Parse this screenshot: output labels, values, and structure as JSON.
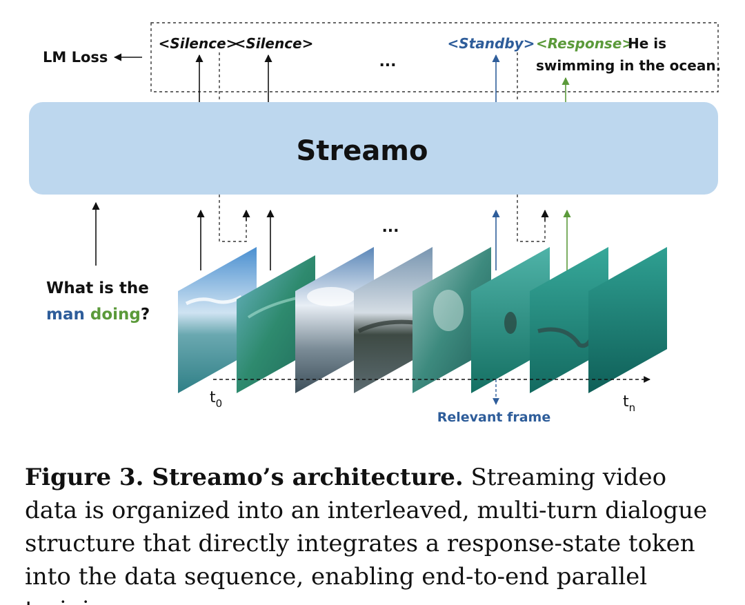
{
  "figure": {
    "tokens": {
      "silence_1": "<Silence>",
      "silence_2": "<Silence>",
      "ellipsis_top": "...",
      "standby": "<Standby>",
      "response": "<Response>",
      "response_line1": "He is",
      "response_line2": "swimming in the ocean."
    },
    "lm_loss": "LM Loss",
    "model_name": "Streamo",
    "ellipsis_bottom": "...",
    "question": {
      "line1": "What is the",
      "word_man": "man",
      "word_doing": "doing",
      "punct": "?"
    },
    "time_start": {
      "base": "t",
      "sub": "0"
    },
    "time_end": {
      "base": "t",
      "sub": "n"
    },
    "relevant_frame": "Relevant frame",
    "colors": {
      "model_fill": "#bdd7ee",
      "standby_blue": "#2e5d9a",
      "response_green": "#5b9a3a",
      "arrow_black": "#111111"
    }
  },
  "caption": {
    "lead": "Figure 3. Streamo’s architecture.",
    "text": " Streaming video data is organized into an interleaved, multi-turn dialogue structure that directly integrates a response-state token into the data sequence, enabling end-to-end parallel training."
  }
}
